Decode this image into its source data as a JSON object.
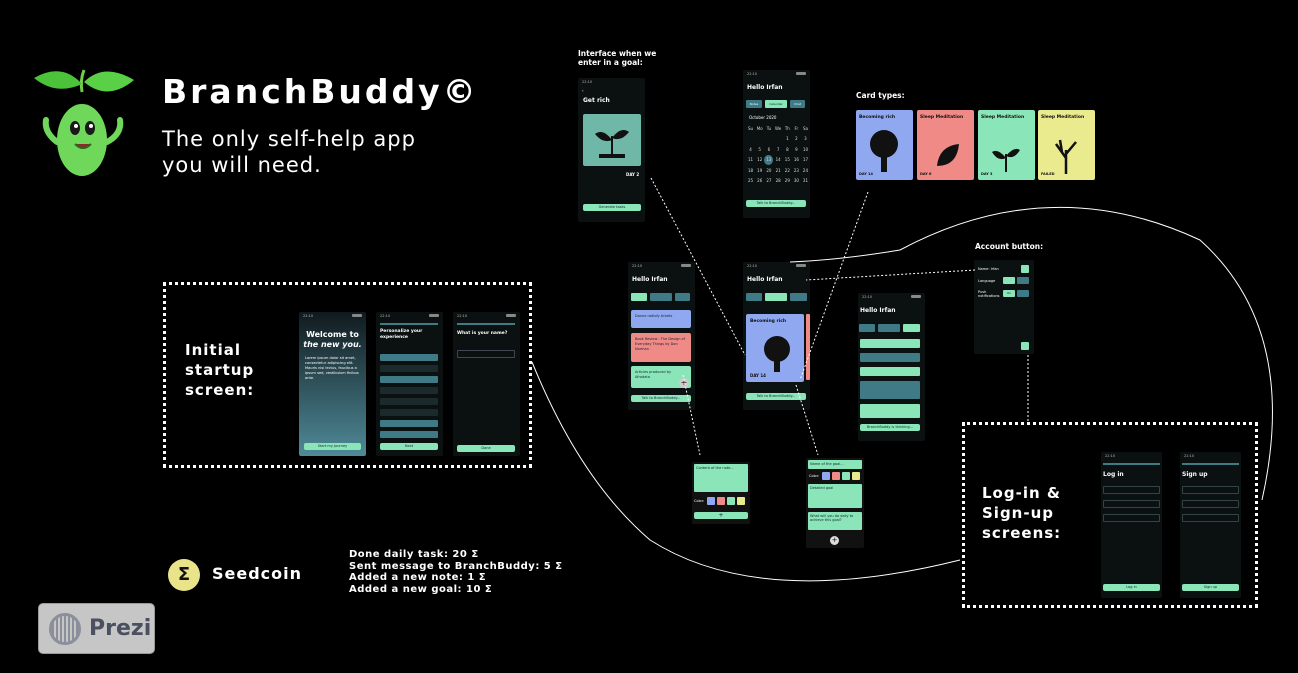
{
  "header": {
    "title": "BranchBuddy©",
    "subtitle_line1": "The only self-help app",
    "subtitle_line2": "you will need."
  },
  "sections": {
    "initial_startup": "Initial\nstartup\nscreen:",
    "login_signup": "Log-in &\nSign-up\nscreens:",
    "goal_interface": "Interface when we enter in a goal:",
    "card_types": "Card types:",
    "account_button": "Account button:"
  },
  "startup": {
    "welcome_line1": "Welcome to",
    "welcome_line2": "the new you.",
    "lorem": "Lorem ipsum dolor sit amet, consectetur adipiscing elit. Mauris nisi lectus, faucibus a ipsum sed, vestibulum finibus ante.",
    "start_button": "Start my Journey",
    "personalize_title": "Personalize your experience",
    "next_button": "Next",
    "name_title": "What is your name?",
    "done_button": "Done"
  },
  "goal_screen": {
    "title": "Get rich",
    "day_label": "DAY 2",
    "button": "Generate tasks"
  },
  "calendar_screen": {
    "greeting": "Hello Irfan",
    "tabs": [
      "Notes",
      "Calendar",
      "Chat"
    ],
    "month": "October 2020",
    "weekdays": [
      "Su",
      "Mo",
      "Tu",
      "We",
      "Th",
      "Fr",
      "Sa"
    ],
    "rows": [
      [
        "",
        "",
        "",
        "",
        "1",
        "2",
        "3"
      ],
      [
        "4",
        "5",
        "6",
        "7",
        "8",
        "9",
        "10"
      ],
      [
        "11",
        "12",
        "13",
        "14",
        "15",
        "16",
        "17"
      ],
      [
        "18",
        "19",
        "20",
        "21",
        "22",
        "23",
        "24"
      ],
      [
        "25",
        "26",
        "27",
        "28",
        "29",
        "30",
        "31"
      ]
    ],
    "talk_button": "Talk to BranchBuddy..."
  },
  "cards": [
    {
      "title": "Becoming rich",
      "day": "DAY 14",
      "color": "#8fa8f0"
    },
    {
      "title": "Sleep Meditation",
      "day": "DAY 6",
      "color": "#f08a86"
    },
    {
      "title": "Sleep Meditation",
      "day": "DAY 3",
      "color": "#8ae6b8"
    },
    {
      "title": "Sleep Meditation",
      "day": "FAILED",
      "color": "#eaea8e"
    }
  ],
  "notes_screen": {
    "greeting": "Hello Irfan",
    "notes": [
      "Donne radiofy tickets",
      "Book Review : The Design of Everyday Things by Don Norman",
      "Articles produced by Afrodata"
    ],
    "talk_button": "Talk to BranchBuddy..."
  },
  "main_screen": {
    "greeting": "Hello Irfan",
    "card_title": "Becoming rich",
    "card_day": "DAY 14",
    "talk_button": "Talk to BranchBuddy..."
  },
  "chat_screen": {
    "greeting": "Hello Irfan",
    "thinking": "BranchBuddy is thinking..."
  },
  "account": {
    "name": "Name: Irfan",
    "language": "Language",
    "push": "Push notifications",
    "on": "On"
  },
  "new_note": {
    "content": "Content of the note...",
    "color_label": "Color:",
    "note_colors": [
      "#8fa8f0",
      "#f08a86",
      "#8ae6b8",
      "#eaea8e"
    ]
  },
  "new_goal": {
    "name": "Name of the goal...",
    "color_label": "Color:",
    "detailed": "Detailed goal",
    "daily": "What will you do daily to achieve this goal?"
  },
  "login": {
    "login_title": "Log in",
    "signup_title": "Sign up",
    "login_button": "Log in",
    "signup_button": "Sign up"
  },
  "seedcoin": {
    "symbol": "Σ",
    "label": "Seedcoin",
    "rules": [
      "Done daily task: 20 Σ",
      "Sent message to BranchBuddy: 5 Σ",
      "Added a new note: 1 Σ",
      "Added a new goal: 10 Σ"
    ]
  },
  "prezi": {
    "label": "Prezi"
  }
}
